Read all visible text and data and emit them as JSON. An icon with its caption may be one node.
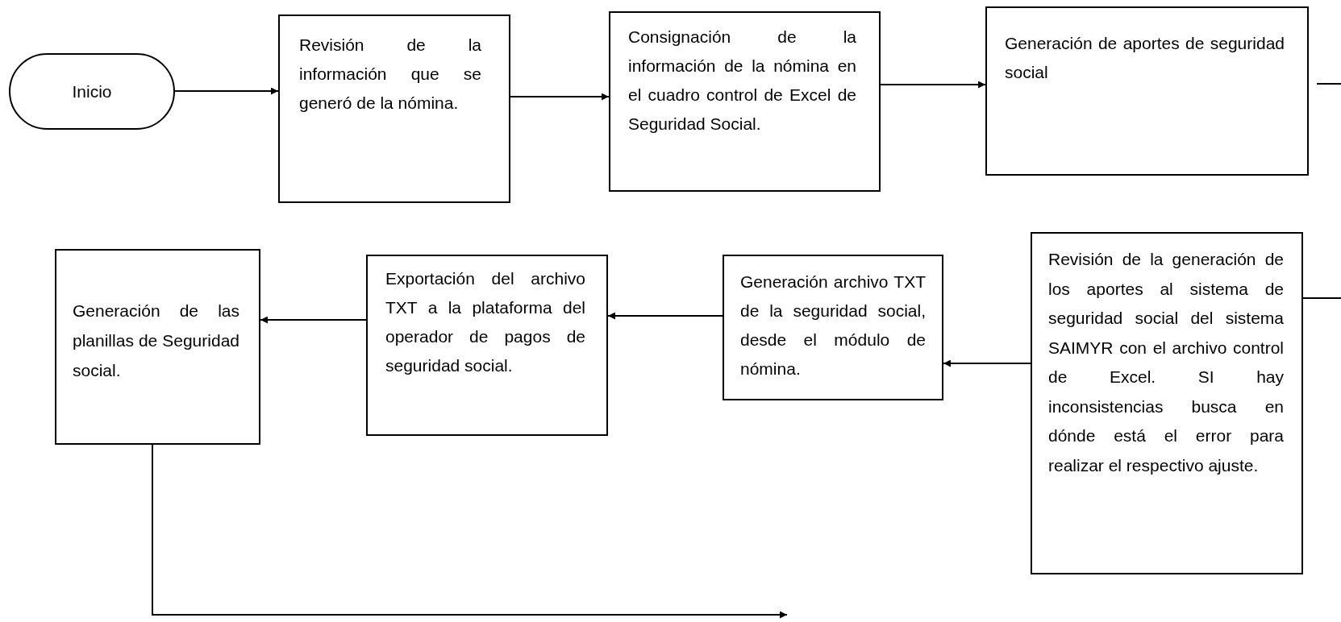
{
  "diagram": {
    "nodes": [
      {
        "text": [
          "Inicio"
        ]
      },
      {
        "text": [
          "Revisión de la información que se generó de la nómina."
        ]
      },
      {
        "text": [
          "Consignación de la información de la nómina en el cuadro control de Excel de Seguridad Social."
        ]
      },
      {
        "text": [
          "Generación de aportes de seguridad social"
        ]
      },
      {
        "text": [
          "Revisión de la generación de los aportes al sistema de seguridad social del sistema SAIMYR con el archivo control de Excel. SI hay inconsistencias busca en dónde está el error para realizar el respectivo ajuste."
        ]
      },
      {
        "text": [
          "Generación archivo TXT de la seguridad social, desde el módulo de nómina."
        ]
      },
      {
        "text": [
          "Exportación del archivo TXT a la plataforma del operador de pagos de seguridad social."
        ]
      },
      {
        "text": [
          "Generación de las planillas de Seguridad social."
        ]
      }
    ],
    "edges": [
      {
        "from": 0,
        "to": 1,
        "arrow": "to"
      },
      {
        "from": 1,
        "to": 2,
        "arrow": "to"
      },
      {
        "from": 2,
        "to": 3,
        "arrow": "to"
      },
      {
        "from": 3,
        "to": null,
        "arrow": "none"
      },
      {
        "from": null,
        "to": 4,
        "arrow": "none"
      },
      {
        "from": 4,
        "to": 5,
        "arrow": "to"
      },
      {
        "from": 5,
        "to": 6,
        "arrow": "to"
      },
      {
        "from": 6,
        "to": 7,
        "arrow": "to"
      },
      {
        "from": 7,
        "to": null,
        "arrow": "to"
      }
    ]
  }
}
